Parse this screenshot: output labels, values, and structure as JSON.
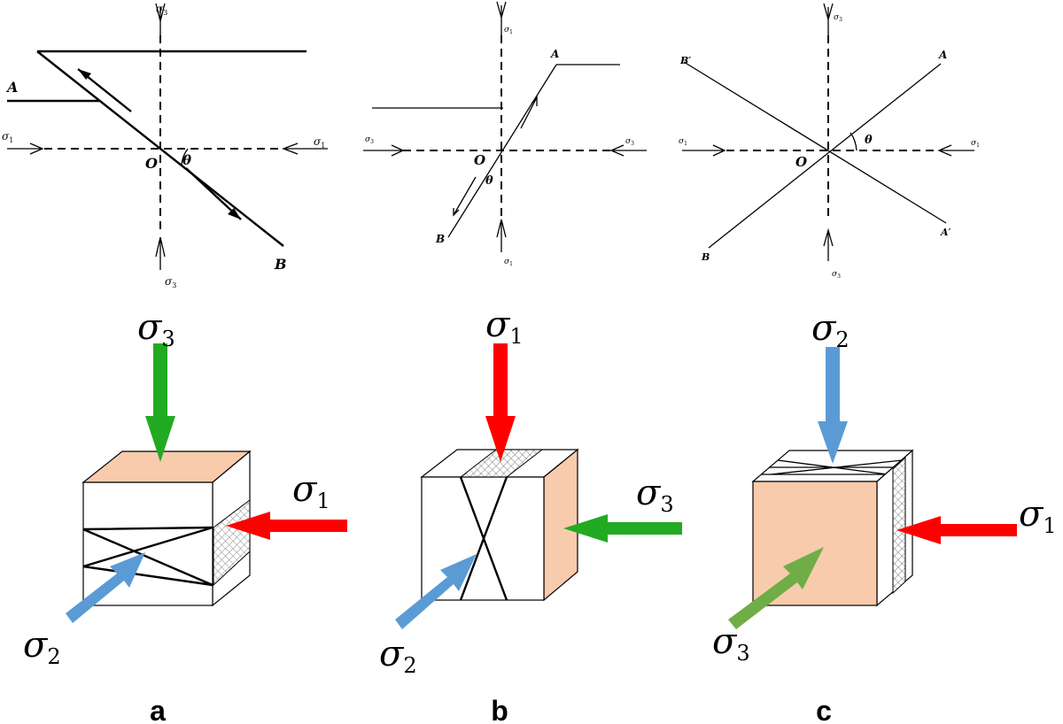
{
  "panels": {
    "a": {
      "letter": "a",
      "fault": {
        "start": "A",
        "end": "B",
        "origin": "O",
        "angle": "θ"
      },
      "top_stress": {
        "sym": "σ",
        "sub": "3"
      },
      "bottom_stress": {
        "sym": "σ",
        "sub": "3"
      },
      "left_stress": {
        "sym": "σ",
        "sub": "1"
      },
      "right_stress": {
        "sym": "σ",
        "sub": "1"
      },
      "cube_top": {
        "sym": "σ",
        "sub": "3"
      },
      "cube_right": {
        "sym": "σ",
        "sub": "1"
      },
      "cube_front": {
        "sym": "σ",
        "sub": "2"
      }
    },
    "b": {
      "letter": "b",
      "fault": {
        "start": "A",
        "end": "B",
        "origin": "O",
        "angle": "θ"
      },
      "top_stress": {
        "sym": "σ",
        "sub": "1"
      },
      "bottom_stress": {
        "sym": "σ",
        "sub": "1"
      },
      "left_stress": {
        "sym": "σ",
        "sub": "3"
      },
      "right_stress": {
        "sym": "σ",
        "sub": "3"
      },
      "cube_top": {
        "sym": "σ",
        "sub": "1"
      },
      "cube_right": {
        "sym": "σ",
        "sub": "3"
      },
      "cube_front": {
        "sym": "σ",
        "sub": "2"
      }
    },
    "c": {
      "letter": "c",
      "fault": {
        "a": "A",
        "a_prime": "A′",
        "b": "B",
        "b_prime": "B′",
        "origin": "O",
        "angle": "θ"
      },
      "top_stress": {
        "sym": "σ",
        "sub": "3"
      },
      "bottom_stress": {
        "sym": "σ",
        "sub": "3"
      },
      "left_stress": {
        "sym": "σ",
        "sub": "1"
      },
      "right_stress": {
        "sym": "σ",
        "sub": "1"
      },
      "cube_top": {
        "sym": "σ",
        "sub": "2"
      },
      "cube_right": {
        "sym": "σ",
        "sub": "1"
      },
      "cube_front": {
        "sym": "σ",
        "sub": "3"
      }
    }
  },
  "colors": {
    "sigma1": "#ff0000",
    "sigma2": "#5b9bd5",
    "sigma3_a": "#22aa22",
    "sigma3_b": "#22aa22",
    "sigma3_c": "#70ad47",
    "face": "#f8cbad",
    "line": "#000000"
  }
}
